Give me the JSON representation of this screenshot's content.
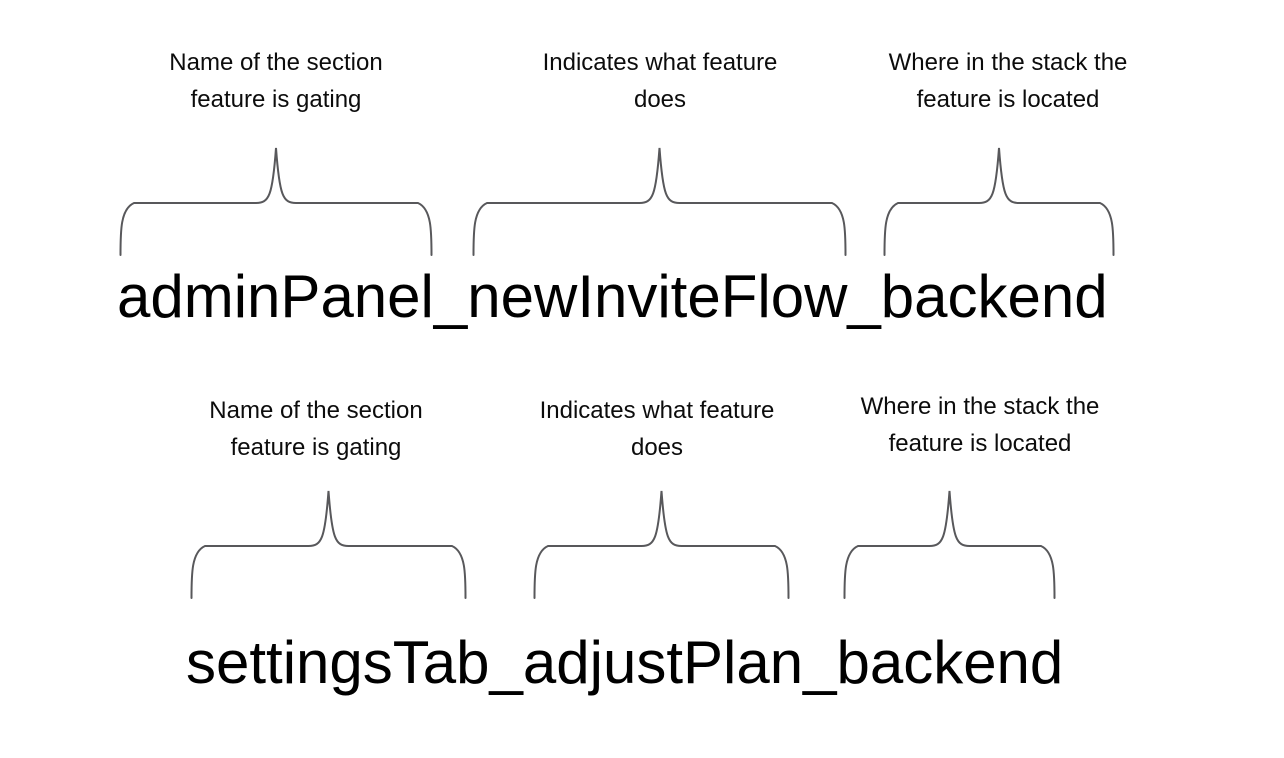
{
  "colors": {
    "background": "#ffffff",
    "brace_stroke": "#58585b",
    "label_text": "#0c0c0c",
    "flag_text": "#000000"
  },
  "groups": [
    {
      "flag_name": "adminPanel_newInviteFlow_backend",
      "annotations": [
        {
          "role": "section",
          "lines": [
            "Name of the section",
            "feature is gating"
          ]
        },
        {
          "role": "purpose",
          "lines": [
            "Indicates what feature",
            "does"
          ]
        },
        {
          "role": "stack",
          "lines": [
            "Where in the stack the",
            "feature is located"
          ]
        }
      ]
    },
    {
      "flag_name": "settingsTab_adjustPlan_backend",
      "annotations": [
        {
          "role": "section",
          "lines": [
            "Name of the section",
            "feature is gating"
          ]
        },
        {
          "role": "purpose",
          "lines": [
            "Indicates what feature",
            "does"
          ]
        },
        {
          "role": "stack",
          "lines": [
            "Where in the stack the",
            "feature is located"
          ]
        }
      ]
    }
  ]
}
